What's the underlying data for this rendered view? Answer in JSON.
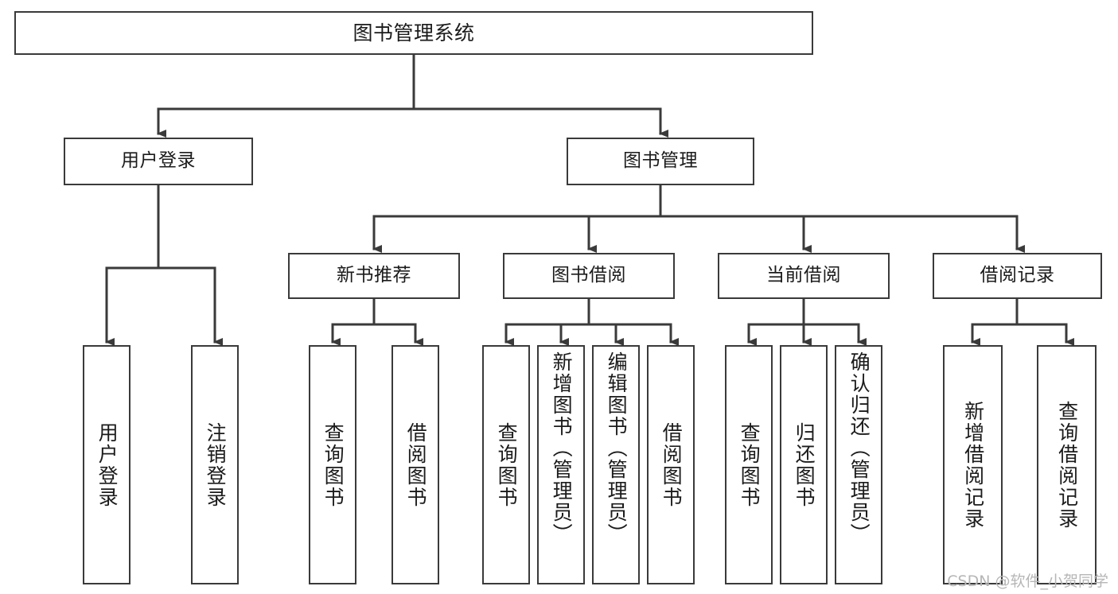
{
  "diagram": {
    "type": "tree-hierarchy-chart",
    "title": "图书管理系统",
    "background_color": "#ffffff",
    "line_color": "#3a3a3a",
    "text_color": "#1b1b1b",
    "orientation": "top-down",
    "levels": 4
  },
  "root": {
    "label": "图书管理系统"
  },
  "branches": [
    {
      "id": "user-login",
      "label": "用户登录",
      "children": [
        {
          "id": "user-login-do",
          "label": "用户登录"
        },
        {
          "id": "user-logout",
          "label": "注销登录"
        }
      ]
    },
    {
      "id": "book-management",
      "label": "图书管理",
      "children": [
        {
          "id": "new-book-recommend",
          "label": "新书推荐",
          "children": [
            {
              "id": "query-book-1",
              "label": "查询图书"
            },
            {
              "id": "borrow-book-1",
              "label": "借阅图书"
            }
          ]
        },
        {
          "id": "book-borrow",
          "label": "图书借阅",
          "children": [
            {
              "id": "query-book-2",
              "label": "查询图书"
            },
            {
              "id": "add-book",
              "label": "新增图书（管理员）"
            },
            {
              "id": "edit-book",
              "label": "编辑图书（管理员）"
            },
            {
              "id": "borrow-book-2",
              "label": "借阅图书"
            }
          ]
        },
        {
          "id": "current-borrow",
          "label": "当前借阅",
          "children": [
            {
              "id": "query-book-3",
              "label": "查询图书"
            },
            {
              "id": "return-book",
              "label": "归还图书"
            },
            {
              "id": "confirm-return",
              "label": "确认归还（管理员）"
            }
          ]
        },
        {
          "id": "borrow-records",
          "label": "借阅记录",
          "children": [
            {
              "id": "add-borrow-record",
              "label": "新增借阅记录"
            },
            {
              "id": "query-borrow-record",
              "label": "查询借阅记录"
            }
          ]
        }
      ]
    }
  ],
  "watermark": {
    "text": "CSDN @软件_小贺同学"
  }
}
